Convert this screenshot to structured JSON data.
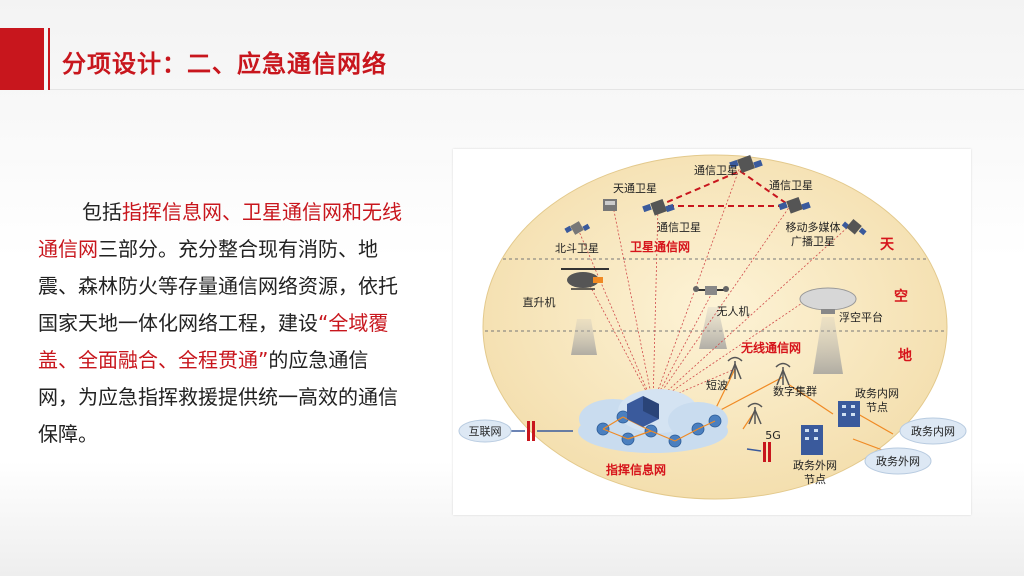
{
  "header": {
    "title": "分项设计：二、应急通信网络"
  },
  "body": {
    "segments": [
      {
        "text": "包括",
        "highlight": false
      },
      {
        "text": "指挥信息网、卫星通信网和无线通信网",
        "highlight": true
      },
      {
        "text": "三部分。充分整合现有消防、地震、森林防火等存量通信网络资源，依托国家天地一体化网络工程，建设",
        "highlight": false
      },
      {
        "text": "“全域覆盖、全面融合、全程贯通”",
        "highlight": true
      },
      {
        "text": "的应急通信网，为应急指挥救援提供统一高效的通信保障。",
        "highlight": false
      }
    ]
  },
  "diagram": {
    "zones": {
      "sky": "天",
      "air": "空",
      "ground": "地"
    },
    "networks": {
      "satellite": "卫星通信网",
      "wireless": "无线通信网",
      "command": "指挥信息网"
    },
    "nodes": {
      "comm_sat_top": "通信卫星",
      "tiantong_sat": "天通卫星",
      "comm_sat_right": "通信卫星",
      "comm_sat_mid": "通信卫星",
      "beidou_sat": "北斗卫星",
      "mobile_media_sat_1": "移动多媒体",
      "mobile_media_sat_2": "广播卫星",
      "helicopter": "直升机",
      "drone": "无人机",
      "airship": "浮空平台",
      "shortwave": "短波",
      "digital_cluster": "数字集群",
      "g5": "5G",
      "internet": "互联网",
      "gov_intranet_node_1": "政务内网",
      "gov_intranet_node_2": "节点",
      "gov_extranet_node_1": "政务外网",
      "gov_extranet_node_2": "节点",
      "gov_intranet": "政务内网",
      "gov_extranet": "政务外网"
    },
    "colors": {
      "globe": "#f7e6b8",
      "red": "#d6141b",
      "cloud": "#c9dcef",
      "link": "#f08a24"
    }
  }
}
